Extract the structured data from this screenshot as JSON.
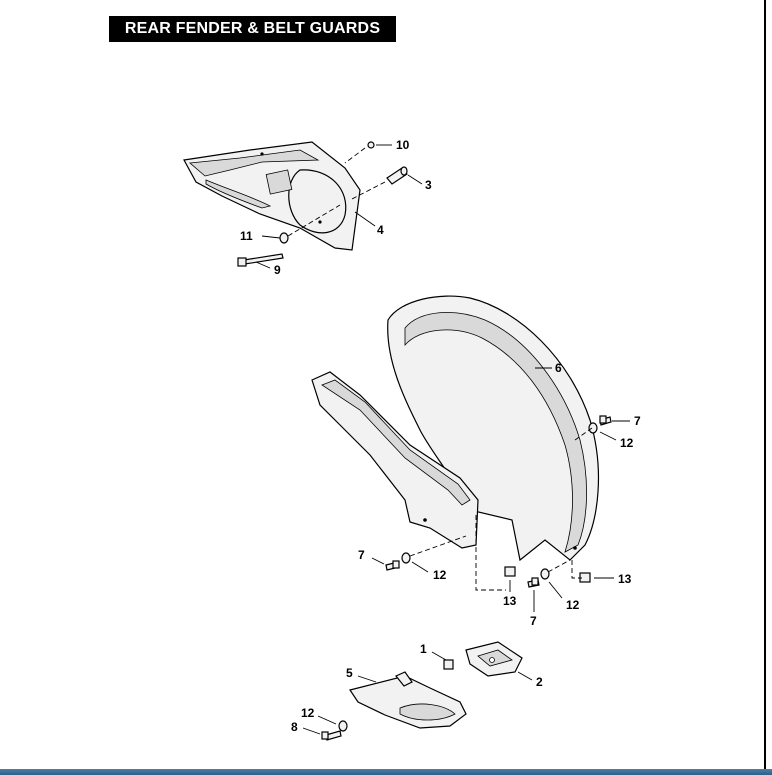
{
  "title": "REAR FENDER & BELT GUARDS",
  "callouts": {
    "c10": "10",
    "c3": "3",
    "c4": "4",
    "c11": "11",
    "c9": "9",
    "c6": "6",
    "c7a": "7",
    "c12a": "12",
    "c7b": "7",
    "c12b": "12",
    "c13a": "13",
    "c7c": "7",
    "c12c": "12",
    "c13b": "13",
    "c1": "1",
    "c2": "2",
    "c5": "5",
    "c12d": "12",
    "c8": "8"
  }
}
